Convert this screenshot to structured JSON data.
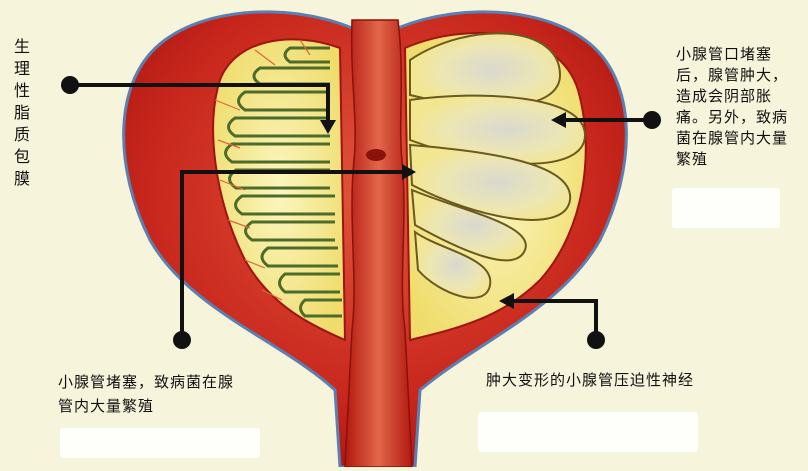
{
  "labels": {
    "capsule": "生理性脂质包膜",
    "blocked_duct_swelling": "小腺管口堵塞后，腺管肿大，造成会阴部胀痛。另外，致病菌在腺管内大量繁殖",
    "blocked_duct_bacteria": "小腺管堵塞，致病菌在腺管内大量繁殖",
    "nerve_compression": "肿大变形的小腺管压迫性神经"
  },
  "colors": {
    "background": "#f7f4dc",
    "tissue_red": "#c8261c",
    "tissue_dark_red": "#9e1410",
    "gland_yellow": "#f4e98a",
    "duct_green": "#4d6b2a",
    "capsule_blue": "#5a7fb0",
    "arrow": "#111111"
  }
}
